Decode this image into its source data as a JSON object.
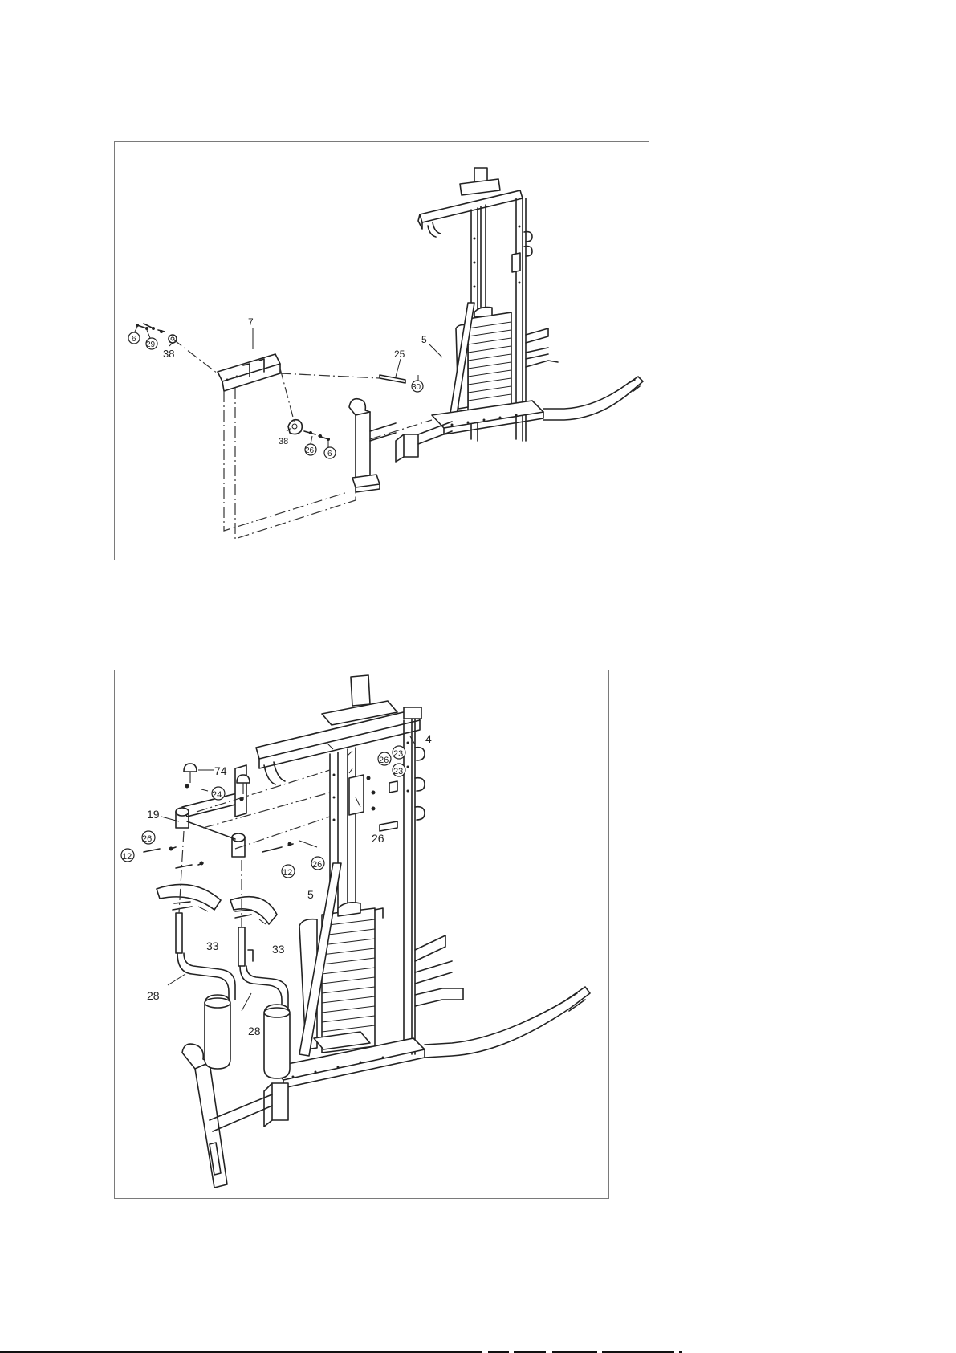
{
  "figure_1": {
    "labels": {
      "part_7": "7",
      "part_5": "5",
      "part_25": "25",
      "part_30": "30",
      "part_6_left": "6",
      "part_29": "29",
      "part_38_left": "38",
      "part_38_right": "38",
      "part_26": "26",
      "part_6_right": "6"
    }
  },
  "figure_2": {
    "labels": {
      "part_74": "74",
      "part_24": "24",
      "part_19": "19",
      "part_26_a": "26",
      "part_12_a": "12",
      "part_12_b": "12",
      "part_26_b": "26",
      "part_4": "4",
      "part_26_c": "26",
      "part_23_a": "23",
      "part_23_b": "23",
      "part_26_d": "26",
      "part_5": "5",
      "part_33_a": "33",
      "part_33_b": "33",
      "part_28_a": "28",
      "part_28_b": "28"
    }
  },
  "colors": {
    "line": "#222222",
    "frame": "#7a7a7a",
    "background": "#ffffff"
  }
}
